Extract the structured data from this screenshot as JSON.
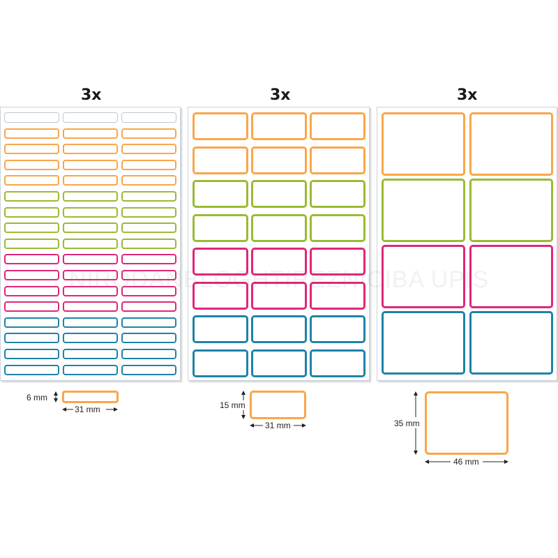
{
  "colors": {
    "orange": "#f9a64a",
    "green": "#99bb34",
    "magenta": "#e0267a",
    "blue": "#1f82a8",
    "blank": "#b9c8d2",
    "sheet_border": "#c9d3de"
  },
  "sheets": [
    {
      "quantity": "3x",
      "sample": {
        "height": "6 mm",
        "width": "31 mm",
        "color": "orange"
      },
      "rows": [
        "blank",
        "orange",
        "orange",
        "orange",
        "orange",
        "green",
        "green",
        "green",
        "green",
        "magenta",
        "magenta",
        "magenta",
        "magenta",
        "blue",
        "blue",
        "blue",
        "blue"
      ],
      "columns": 3
    },
    {
      "quantity": "3x",
      "sample": {
        "height": "15 mm",
        "width": "31 mm",
        "color": "orange"
      },
      "rows": [
        "orange",
        "orange",
        "green",
        "green",
        "magenta",
        "magenta",
        "blue",
        "blue"
      ],
      "columns": 3
    },
    {
      "quantity": "3x",
      "sample": {
        "height": "35 mm",
        "width": "46 mm",
        "color": "orange"
      },
      "rows": [
        "orange",
        "green",
        "magenta",
        "blue"
      ],
      "columns": 2
    }
  ],
  "watermark": "NIRODANBLOGHTIREZNICIBA UPIS"
}
